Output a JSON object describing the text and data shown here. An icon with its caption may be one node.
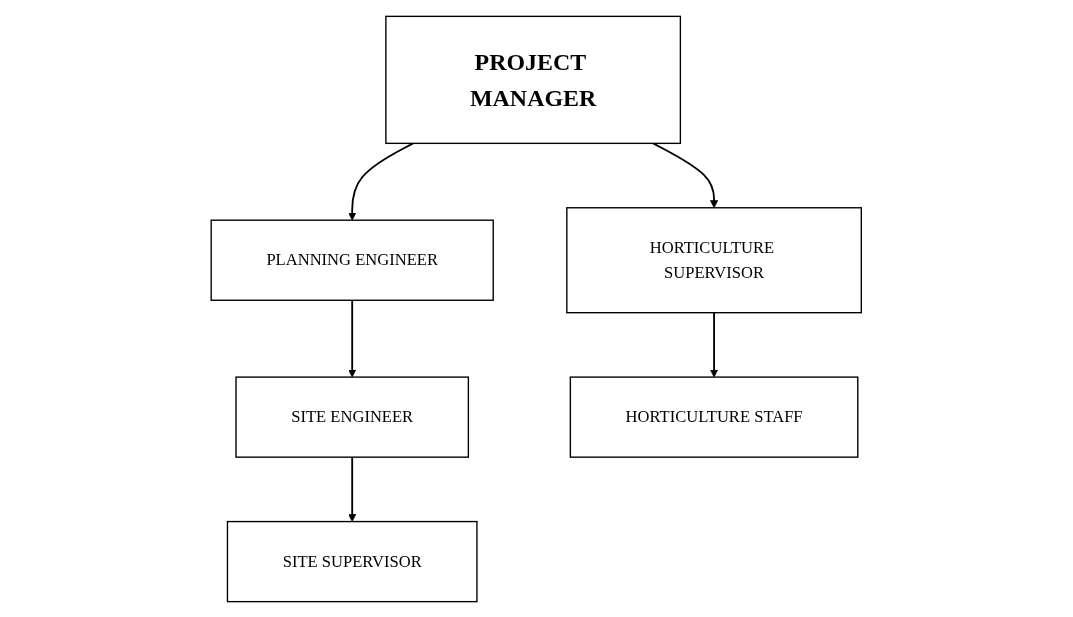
{
  "diagram": {
    "nodes": [
      {
        "text": [
          "PROJECT MANAGER"
        ]
      },
      {
        "text": [
          "PLANNING ENGINEER"
        ]
      },
      {
        "text": [
          "HORTICULTURE SUPERVISOR"
        ]
      },
      {
        "text": [
          "SITE ENGINEER"
        ]
      },
      {
        "text": [
          "HORTICULTURE STAFF"
        ]
      },
      {
        "text": [
          "SITE SUPERVISOR"
        ]
      }
    ],
    "edges": [
      {
        "from": 0,
        "to": 1,
        "arrow": "to"
      },
      {
        "from": 0,
        "to": 2,
        "arrow": "to"
      },
      {
        "from": 1,
        "to": 3,
        "arrow": "to"
      },
      {
        "from": 2,
        "to": 4,
        "arrow": "to"
      },
      {
        "from": 3,
        "to": 5,
        "arrow": "to"
      }
    ]
  }
}
